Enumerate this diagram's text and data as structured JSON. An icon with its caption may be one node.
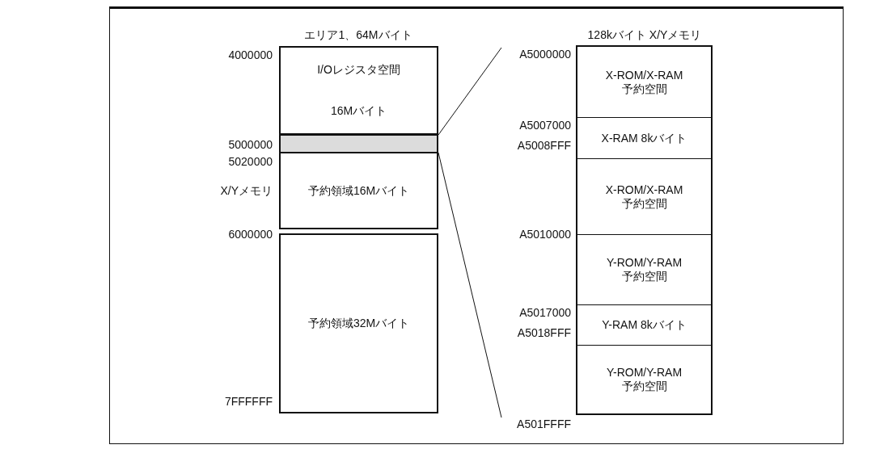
{
  "diagram": {
    "nodes": [
      {
        "text": [
          "I/Oレジスタ空間",
          "16Mバイト"
        ]
      },
      {
        "text": [],
        "shape": "box"
      },
      {
        "text": [
          "予約領域16Mバイト"
        ]
      },
      {
        "text": [
          "予約領域32Mバイト"
        ]
      },
      {
        "text": [
          "A5000000"
        ]
      },
      {
        "text": [
          "X-ROM/X-RAM 予約空間"
        ]
      },
      {
        "text": [
          "X-RAM 8kバイト"
        ]
      },
      {
        "text": [
          "X-ROM/X-RAM 予約空間"
        ]
      },
      {
        "text": [
          "Y-ROM/Y-RAM 予約空間"
        ]
      },
      {
        "text": [
          "Y-RAM 8kバイト"
        ]
      },
      {
        "text": [
          "Y-ROM/Y-RAM 予約空間"
        ]
      },
      {
        "text": [
          "A501FFFF"
        ]
      }
    ],
    "edges": [
      {
        "from": 1,
        "to": 4,
        "arrow": "none"
      },
      {
        "from": 1,
        "to": 11,
        "arrow": "none"
      }
    ],
    "labels": [
      "エリア1、64Mバイト",
      "4000000",
      "5000000",
      "5020000",
      "X/Yメモリ",
      "6000000",
      "7FFFFFF",
      "128kバイト X/Yメモリ",
      "A5007000",
      "A5008FFF",
      "A5010000",
      "A5017000",
      "A5018FFF"
    ]
  }
}
